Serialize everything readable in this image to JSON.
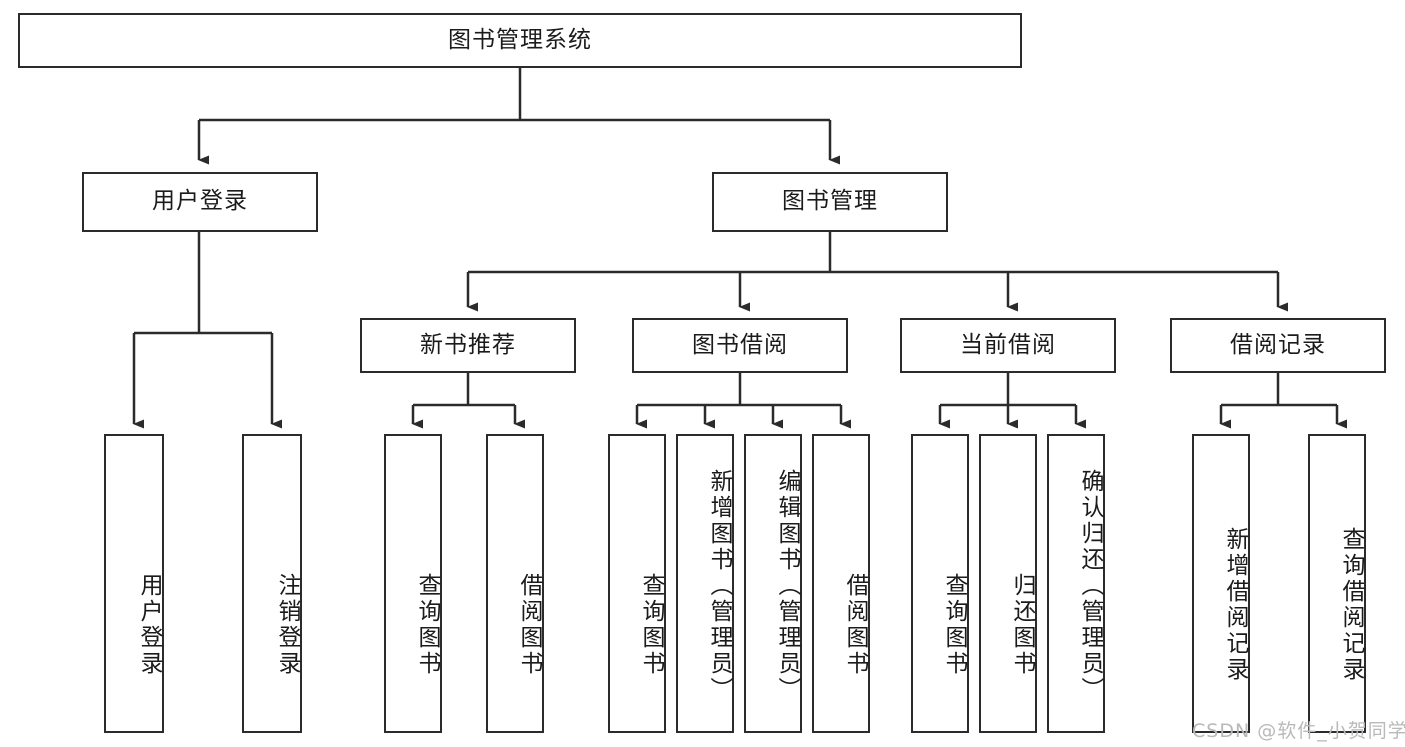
{
  "diagram": {
    "title": "图书管理系统",
    "type": "tree",
    "root": {
      "label": "图书管理系统"
    },
    "level1": [
      {
        "label": "用户登录"
      },
      {
        "label": "图书管理"
      }
    ],
    "level2": [
      {
        "label": "新书推荐"
      },
      {
        "label": "图书借阅"
      },
      {
        "label": "当前借阅"
      },
      {
        "label": "借阅记录"
      }
    ],
    "leaves": {
      "user_login": [
        {
          "label": "用户登录"
        },
        {
          "label": "注销登录"
        }
      ],
      "new_book_recommend": [
        {
          "label": "查询图书"
        },
        {
          "label": "借阅图书"
        }
      ],
      "book_borrow": [
        {
          "label": "查询图书"
        },
        {
          "label": "新增图书（管理员）"
        },
        {
          "label": "编辑图书（管理员）"
        },
        {
          "label": "借阅图书"
        }
      ],
      "current_borrow": [
        {
          "label": "查询图书"
        },
        {
          "label": "归还图书"
        },
        {
          "label": "确认归还（管理员）"
        }
      ],
      "borrow_record": [
        {
          "label": "新增借阅记录"
        },
        {
          "label": "查询借阅记录"
        }
      ]
    }
  },
  "watermark": {
    "text": "CSDN @软件_小贺同学"
  },
  "colors": {
    "stroke": "#2b2b2b",
    "fill": "#ffffff",
    "text": "#1b1b1b",
    "watermark": "#b9b9b9"
  }
}
